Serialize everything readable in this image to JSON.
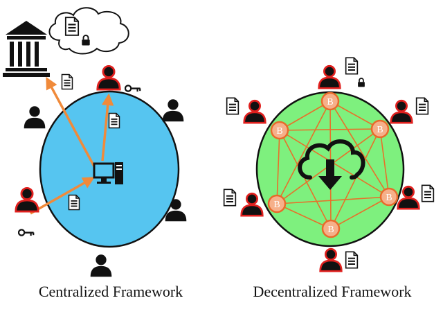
{
  "left_panel": {
    "caption": "Centralized Framework",
    "circle_color": "#56c5f0",
    "arrow_color": "#f08a3a"
  },
  "right_panel": {
    "caption": "Decentralized Framework",
    "circle_color": "#7ef07e",
    "node_fill": "#f6b08a",
    "node_stroke": "#e86a2a",
    "node_letter": "B",
    "mesh_color": "#e8702a"
  },
  "colors": {
    "user_red_outline": "#e0201e",
    "user_black": "#111111"
  },
  "icons": [
    "bank-icon",
    "cloud-icon",
    "document-icon",
    "lock-icon",
    "key-icon",
    "user-icon",
    "computer-icon",
    "cloud-download-icon",
    "blockchain-node-icon"
  ]
}
